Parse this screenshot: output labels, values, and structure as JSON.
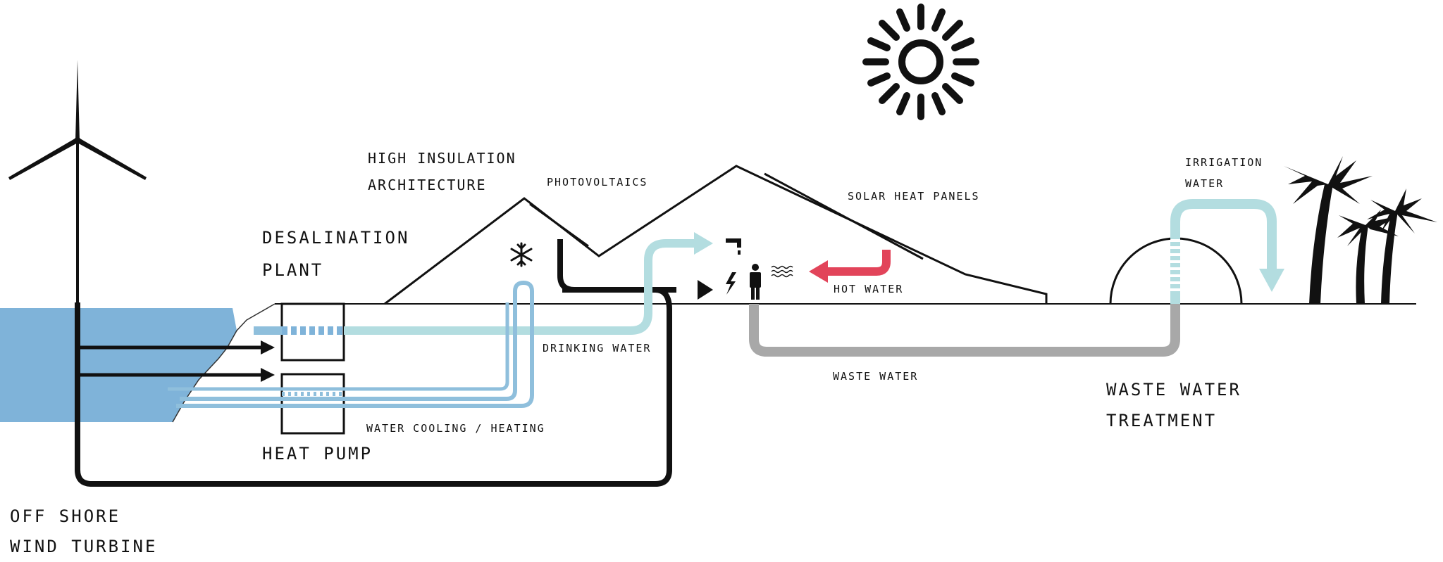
{
  "labels": {
    "desalination_plant": [
      "DESALINATION",
      "PLANT"
    ],
    "heat_pump": "HEAT PUMP",
    "offshore_wind_turbine": [
      "OFF SHORE",
      "WIND TURBINE"
    ],
    "high_insulation_architecture": [
      "HIGH INSULATION",
      "ARCHITECTURE"
    ],
    "photovoltaics": "PHOTOVOLTAICS",
    "solar_heat_panels": "SOLAR HEAT PANELS",
    "hot_water": "HOT WATER",
    "drinking_water": "DRINKING WATER",
    "water_cooling_heating": "WATER COOLING / HEATING",
    "waste_water": "WASTE WATER",
    "waste_water_treatment": [
      "WASTE WATER",
      "TREATMENT"
    ],
    "irrigation_water": [
      "IRRIGATION",
      "WATER"
    ]
  },
  "colors": {
    "sea": "#7fb3d9",
    "drinking_water": "#b3dde0",
    "cooling_heating": "#8fbfdc",
    "hot_water": "#e2445a",
    "waste_water": "#a8a8a8",
    "energy": "#111111"
  },
  "icons": [
    "sun-icon",
    "wind-turbine-icon",
    "snowflake-icon",
    "tap-icon",
    "lightning-icon",
    "person-icon",
    "heat-waves-icon",
    "palm-tree-icon"
  ]
}
